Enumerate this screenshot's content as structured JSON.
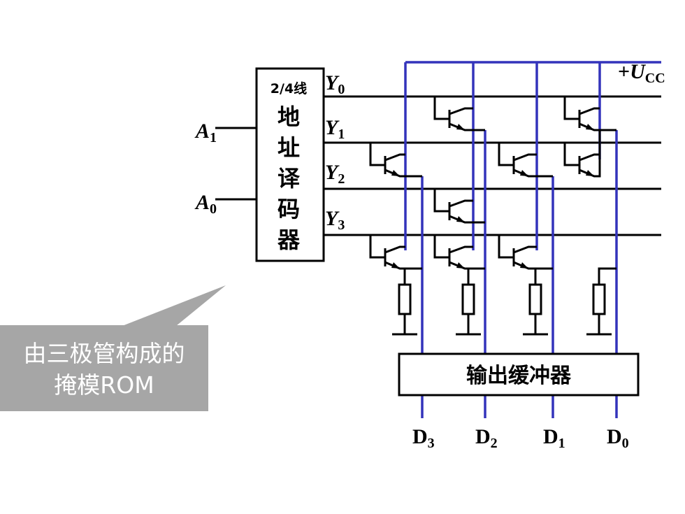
{
  "decoder": {
    "type_label": "2/4线",
    "name_chars": [
      "地",
      "址",
      "译",
      "码",
      "器"
    ]
  },
  "inputs": [
    {
      "letter": "A",
      "sub": "1"
    },
    {
      "letter": "A",
      "sub": "0"
    }
  ],
  "word_lines": [
    {
      "letter": "Y",
      "sub": "0"
    },
    {
      "letter": "Y",
      "sub": "1"
    },
    {
      "letter": "Y",
      "sub": "2"
    },
    {
      "letter": "Y",
      "sub": "3"
    }
  ],
  "supply": {
    "sign": "+",
    "letter": "U",
    "sub": "CC"
  },
  "buffer_label": "输出缓冲器",
  "outputs": [
    {
      "letter": "D",
      "sub": "3"
    },
    {
      "letter": "D",
      "sub": "2"
    },
    {
      "letter": "D",
      "sub": "1"
    },
    {
      "letter": "D",
      "sub": "0"
    }
  ],
  "callout": {
    "line1": "由三极管构成的",
    "line2": "掩模ROM"
  },
  "colors": {
    "bit_line": "#3333bb",
    "wire": "#000000",
    "callout_fill": "#a6a6a6",
    "callout_text": "#ffffff"
  }
}
